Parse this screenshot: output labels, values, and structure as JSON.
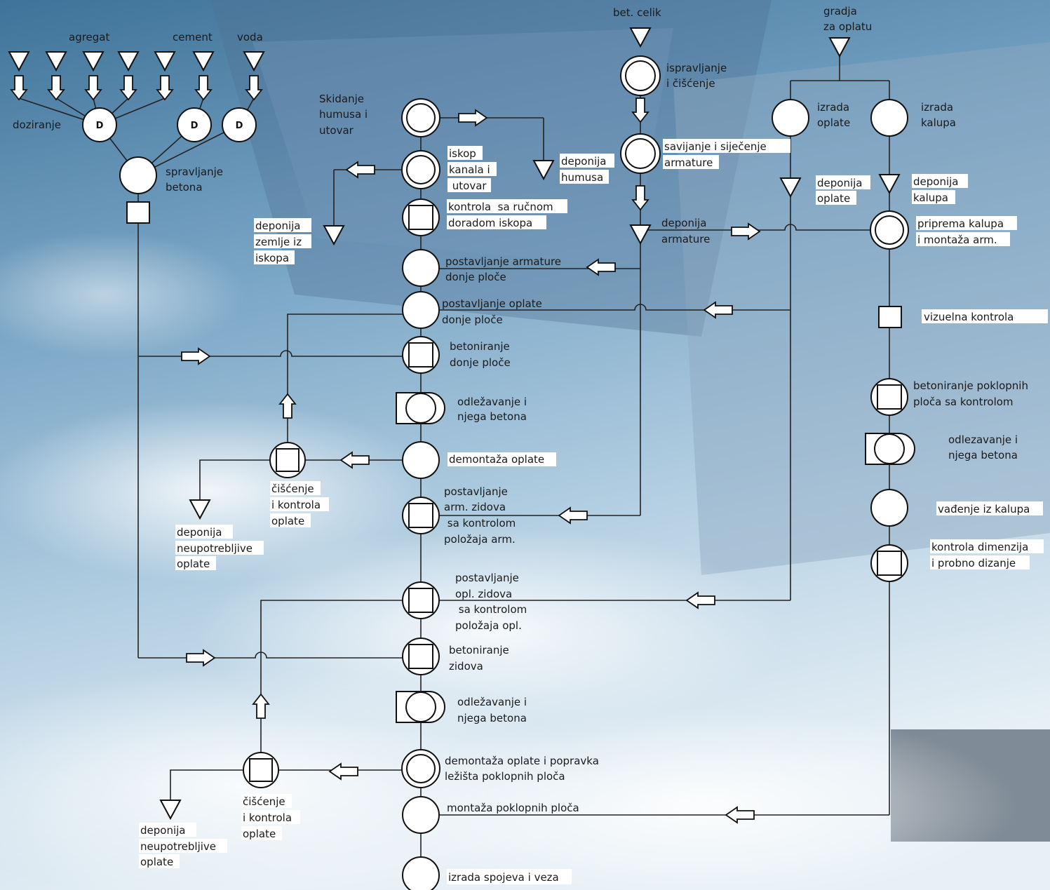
{
  "colors": {
    "sky_top": "#5a8cb0",
    "sky_mid": "#8fb7d2",
    "sky_light": "#dbe9f2",
    "line": "#222222",
    "shape_fill": "#ffffff"
  },
  "icons": {
    "storage": "triangle-down",
    "operation": "circle",
    "combined": "circle-double",
    "inspection": "square",
    "combined_inspection": "circle-square",
    "delay": "d-shape",
    "transport": "block-arrow"
  },
  "inputs": {
    "agregat": "agregat",
    "cement": "cement",
    "voda": "voda",
    "bet_celik": "bet. celik",
    "gradja_1": "gradja",
    "gradja_2": "za oplatu"
  },
  "dosing": {
    "label": "doziranje",
    "symbol": "D"
  },
  "nodes": {
    "spravljanje_1": "spravljanje",
    "spravljanje_2": "betona",
    "skidanje_1": "Skidanje",
    "skidanje_2": "humusa i",
    "skidanje_3": "utovar",
    "deponija_humusa_1": "deponija",
    "deponija_humusa_2": "humusa",
    "iskop_1": "iskop",
    "iskop_2": "kanala i",
    "iskop_3": " utovar",
    "deponija_zemlje_1": "deponija",
    "deponija_zemlje_2": "zemlje iz",
    "deponija_zemlje_3": "iskopa",
    "kontrola_1": "kontrola  sa ručnom",
    "kontrola_2": "doradom iskopa",
    "post_arm_1": "postavljanje armature",
    "post_arm_2": "donje ploče",
    "post_opl_1": "postavljanje oplate",
    "post_opl_2": "donje ploče",
    "beton_dp_1": "betoniranje",
    "beton_dp_2": "donje ploče",
    "odlez1_1": "odležavanje i",
    "odlez1_2": "njega betona",
    "demontaza": "demontaža oplate",
    "ciscenje1_1": "čišćenje",
    "ciscenje1_2": "i kontrola",
    "ciscenje1_3": "oplate",
    "dep_neup1_1": "deponija",
    "dep_neup1_2": "neupotrebljive",
    "dep_neup1_3": "oplate",
    "post_arm_z_1": "postavljanje",
    "post_arm_z_2": "arm. zidova",
    "post_arm_z_3": " sa kontrolom",
    "post_arm_z_4": "položaja arm.",
    "post_opl_z_1": "postavljanje",
    "post_opl_z_2": "opl. zidova",
    "post_opl_z_3": " sa kontrolom",
    "post_opl_z_4": "položaja opl.",
    "beton_z_1": "betoniranje",
    "beton_z_2": "zidova",
    "odlez2_1": "odležavanje i",
    "odlez2_2": "njega betona",
    "dem_popr_1": "demontaža oplate i popravka",
    "dem_popr_2": "ležišta poklopnih ploča",
    "ciscenje2_1": "čišćenje",
    "ciscenje2_2": "i kontrola",
    "ciscenje2_3": "oplate",
    "dep_neup2_1": "deponija",
    "dep_neup2_2": "neupotrebljive",
    "dep_neup2_3": "oplate",
    "montaza": "montaža poklopnih ploča",
    "izrada_spojeva": "izrada spojeva i veza",
    "ispravljanje_1": "ispravljanje",
    "ispravljanje_2": "i čišćenje",
    "savijanje_1": "savijanje i siječenje",
    "savijanje_2": "armature",
    "dep_arm_1": "deponija",
    "dep_arm_2": "armature",
    "izrada_oplate_1": "izrada",
    "izrada_oplate_2": "oplate",
    "izrada_kalupa_1": "izrada",
    "izrada_kalupa_2": "kalupa",
    "dep_oplate_1": "deponija",
    "dep_oplate_2": "oplate",
    "dep_kalupa_1": "deponija",
    "dep_kalupa_2": "kalupa",
    "priprema_1": "priprema kalupa",
    "priprema_2": "i montaža arm.",
    "vizuelna": "vizuelna kontrola",
    "beton_pp_1": "betoniranje poklopnih",
    "beton_pp_2": "ploča sa kontrolom",
    "odlez3_1": "odlezavanje i",
    "odlez3_2": "njega betona",
    "vadjenje": "vađenje iz kalupa",
    "kontrola_dim_1": "kontrola dimenzija",
    "kontrola_dim_2": "i probno dizanje"
  }
}
